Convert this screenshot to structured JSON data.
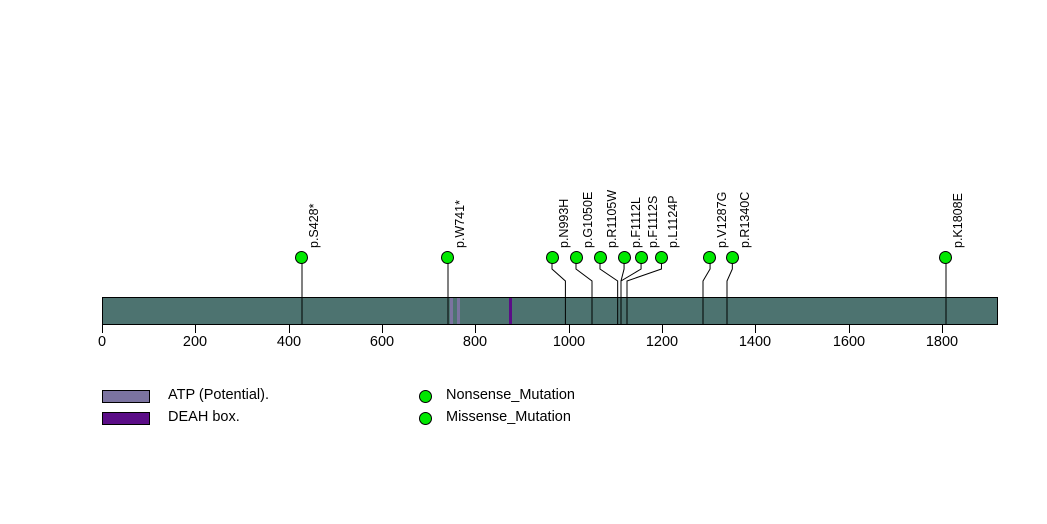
{
  "chart_data": {
    "type": "lollipop",
    "title": "",
    "xlabel": "",
    "ylabel": "",
    "xlim": [
      0,
      1920
    ],
    "grid": false,
    "legend_position": "bottom-left",
    "protein": {
      "length": 1920,
      "bar_color": "#4d7370",
      "start": 0,
      "end": 1920
    },
    "axis": {
      "ticks": [
        0,
        200,
        400,
        600,
        800,
        1000,
        1200,
        1400,
        1600,
        1800
      ],
      "tick_labels": [
        "0",
        "200",
        "400",
        "600",
        "800",
        "1000",
        "1200",
        "1400",
        "1600",
        "1800"
      ]
    },
    "domains": [
      {
        "name": "ATP (Potential).",
        "color": "#7b73a0",
        "start": 746,
        "end": 752
      },
      {
        "name": "ATP (Potential).",
        "color": "#7b73a0",
        "start": 761,
        "end": 767
      },
      {
        "name": "DEAH box.",
        "color": "#5b0d87",
        "start": 872,
        "end": 879
      }
    ],
    "mutations": [
      {
        "label": "p.S428*",
        "position": 428,
        "type": "Nonsense_Mutation",
        "color": "#00e800"
      },
      {
        "label": "p.W741*",
        "position": 741,
        "type": "Nonsense_Mutation",
        "color": "#00e800"
      },
      {
        "label": "p.N993H",
        "position": 993,
        "type": "Missense_Mutation",
        "color": "#00e800"
      },
      {
        "label": "p.G1050E",
        "position": 1050,
        "type": "Missense_Mutation",
        "color": "#00e800"
      },
      {
        "label": "p.R1105W",
        "position": 1105,
        "type": "Missense_Mutation",
        "color": "#00e800"
      },
      {
        "label": "p.F1112L",
        "position": 1112,
        "type": "Missense_Mutation",
        "color": "#00e800"
      },
      {
        "label": "p.F1112S",
        "position": 1112,
        "type": "Missense_Mutation",
        "color": "#00e800"
      },
      {
        "label": "p.L1124P",
        "position": 1124,
        "type": "Missense_Mutation",
        "color": "#00e800"
      },
      {
        "label": "p.V1287G",
        "position": 1287,
        "type": "Missense_Mutation",
        "color": "#00e800"
      },
      {
        "label": "p.R1340C",
        "position": 1340,
        "type": "Missense_Mutation",
        "color": "#00e800"
      },
      {
        "label": "p.K1808E",
        "position": 1808,
        "type": "Missense_Mutation",
        "color": "#00e800"
      }
    ],
    "legend": {
      "domains": [
        {
          "label": "ATP (Potential).",
          "color": "#7b73a0"
        },
        {
          "label": "DEAH box.",
          "color": "#5b0d87"
        }
      ],
      "mutations": [
        {
          "label": "Nonsense_Mutation",
          "color": "#00e800"
        },
        {
          "label": "Missense_Mutation",
          "color": "#00e800"
        }
      ]
    }
  }
}
